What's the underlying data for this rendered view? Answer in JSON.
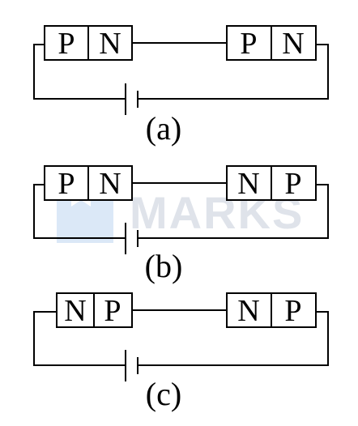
{
  "watermark": {
    "text": "MARKS",
    "color": "#dfe3ea",
    "icon": "bookmark-logo-icon",
    "icon_color": "#dbe8f7"
  },
  "circuits": [
    {
      "caption": "(a)",
      "left_diode": [
        "P",
        "N"
      ],
      "right_diode": [
        "P",
        "N"
      ]
    },
    {
      "caption": "(b)",
      "left_diode": [
        "P",
        "N"
      ],
      "right_diode": [
        "N",
        "P"
      ]
    },
    {
      "caption": "(c)",
      "left_diode": [
        "N",
        "P"
      ],
      "right_diode": [
        "N",
        "P"
      ]
    }
  ]
}
